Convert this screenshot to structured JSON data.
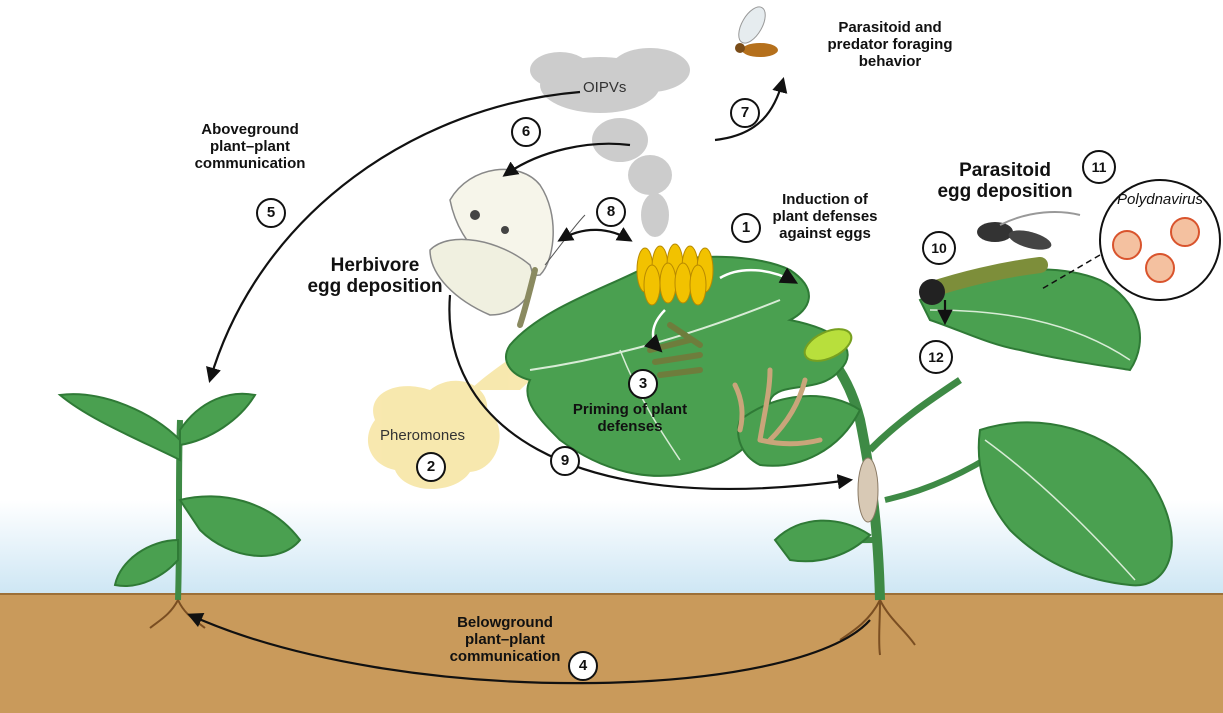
{
  "labels": {
    "oipvs": "OIPVs",
    "parasitoid_foraging": [
      "Parasitoid and",
      "predator foraging",
      "behavior"
    ],
    "aboveground": [
      "Aboveground",
      "plant–plant",
      "communication"
    ],
    "herbivore_egg": [
      "Herbivore",
      "egg deposition"
    ],
    "induction": [
      "Induction of",
      "plant defenses",
      "against eggs"
    ],
    "parasitoid_egg": [
      "Parasitoid",
      "egg deposition"
    ],
    "polydnavirus": "Polydnavirus",
    "priming": [
      "Priming of plant",
      "defenses"
    ],
    "pheromones": "Pheromones",
    "belowground": [
      "Belowground",
      "plant–plant",
      "communication"
    ]
  },
  "numbers": [
    "1",
    "2",
    "3",
    "4",
    "5",
    "6",
    "7",
    "8",
    "9",
    "10",
    "11",
    "12"
  ],
  "colors": {
    "leaf": "#4aa050",
    "leaf_dark": "#2f7a36",
    "soil": "#c99a5b",
    "sky": "#cfe8f5",
    "smoke": "#bdbdbd",
    "pheromone": "#f7e6a6",
    "eggs": "#f2c200",
    "arrow": "#111111"
  }
}
